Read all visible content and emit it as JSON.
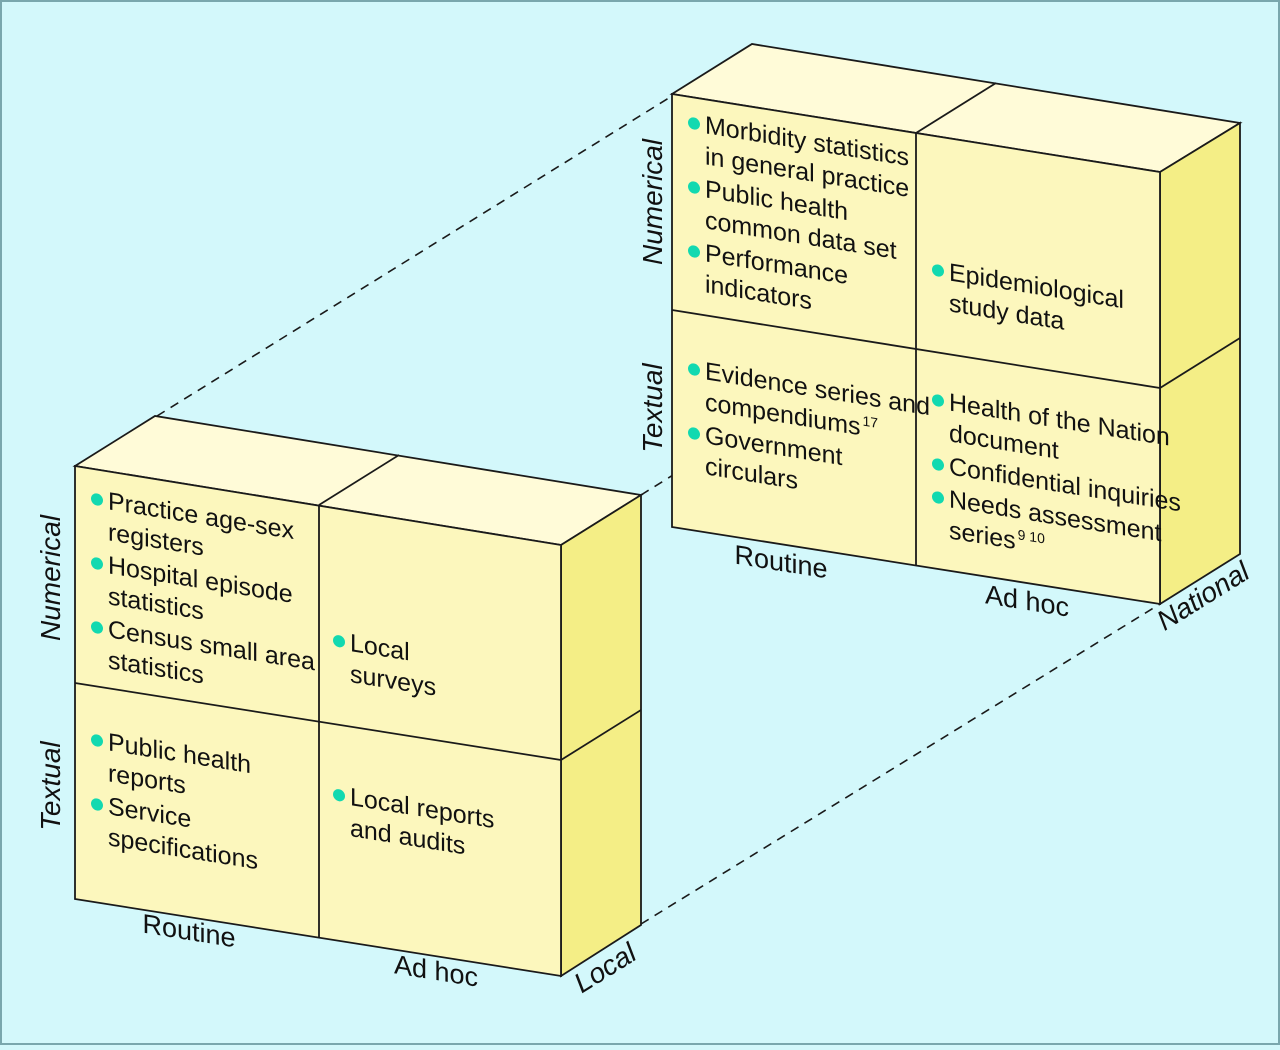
{
  "colors": {
    "background": "#d3f8fb",
    "front_face": "#fcf7bd",
    "top_face": "#fffbd8",
    "side_face": "#f4ee86",
    "bullet": "#12d9b0",
    "line": "#1a1a1a"
  },
  "local_block": {
    "depth_label": "Local",
    "row_labels": {
      "numerical": "Numerical",
      "textual": "Textual"
    },
    "col_labels": {
      "routine": "Routine",
      "adhoc": "Ad hoc"
    },
    "cells": {
      "numerical_routine": [
        {
          "lines": [
            "Practice age-sex",
            "registers"
          ]
        },
        {
          "lines": [
            "Hospital episode",
            "statistics"
          ]
        },
        {
          "lines": [
            "Census small area",
            "statistics"
          ]
        }
      ],
      "numerical_adhoc": [
        {
          "lines": [
            "Local",
            "surveys"
          ]
        }
      ],
      "textual_routine": [
        {
          "lines": [
            "Public health",
            "reports"
          ]
        },
        {
          "lines": [
            "Service",
            "specifications"
          ]
        }
      ],
      "textual_adhoc": [
        {
          "lines": [
            "Local reports",
            "and audits"
          ]
        }
      ]
    }
  },
  "national_block": {
    "depth_label": "National",
    "row_labels": {
      "numerical": "Numerical",
      "textual": "Textual"
    },
    "col_labels": {
      "routine": "Routine",
      "adhoc": "Ad hoc"
    },
    "cells": {
      "numerical_routine": [
        {
          "lines": [
            "Morbidity statistics",
            "in general practice"
          ]
        },
        {
          "lines": [
            "Public health",
            "common data set"
          ]
        },
        {
          "lines": [
            "Performance",
            "indicators"
          ]
        }
      ],
      "numerical_adhoc": [
        {
          "lines": [
            "Epidemiological",
            "study data"
          ]
        }
      ],
      "textual_routine": [
        {
          "lines": [
            "Evidence series and",
            "compendiums"
          ],
          "sup": "17"
        },
        {
          "lines": [
            "Government",
            "circulars"
          ]
        }
      ],
      "textual_adhoc": [
        {
          "lines": [
            "Health of the Nation",
            "document"
          ]
        },
        {
          "lines": [
            "Confidential inquiries"
          ]
        },
        {
          "lines": [
            "Needs assessment",
            "series"
          ],
          "sup": "9 10"
        }
      ]
    }
  }
}
